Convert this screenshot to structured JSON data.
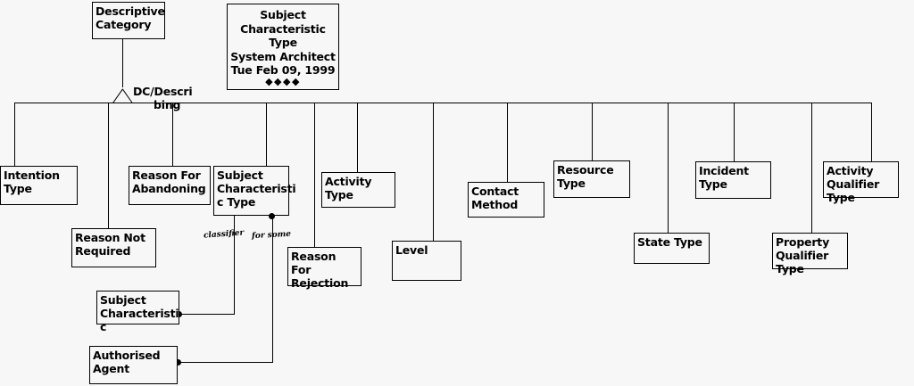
{
  "diagram": {
    "kind": "uml-class-hierarchy",
    "background_color": "#f7f7f7",
    "line_color": "#000000",
    "title_box": {
      "lines": [
        "Subject",
        "Characteristic",
        "Type",
        "System Architect",
        "Tue Feb 09, 1999"
      ],
      "line1": "Subject",
      "line2": "Characteristic",
      "line3": "Type",
      "tool": "System Architect",
      "date": "Tue Feb 09, 1999",
      "dots": "◆◆◆◆"
    },
    "root": {
      "label": "Descriptive\nCategory",
      "line1": "Descriptive",
      "line2": "Category"
    },
    "generalization_label": {
      "line1": "DC/Descri",
      "line2": "bing"
    },
    "subtypes": [
      {
        "name": "intention-type",
        "line1": "Intention",
        "line2": "Type"
      },
      {
        "name": "reason-not-required",
        "line1": "Reason Not",
        "line2": "Required"
      },
      {
        "name": "reason-for-abandoning",
        "line1": "Reason For",
        "line2": "Abandoning"
      },
      {
        "name": "subject-characteristic-type",
        "line1": "Subject",
        "line2": "Characteristi",
        "line3": "c Type"
      },
      {
        "name": "reason-for-rejection",
        "line1": "Reason For",
        "line2": "Rejection"
      },
      {
        "name": "activity-type",
        "line1": "Activity Type",
        "line2": ""
      },
      {
        "name": "level",
        "line1": "Level",
        "line2": ""
      },
      {
        "name": "contact-method",
        "line1": "Contact",
        "line2": "Method"
      },
      {
        "name": "resource-type",
        "line1": "Resource",
        "line2": "Type"
      },
      {
        "name": "state-type",
        "line1": "State Type",
        "line2": ""
      },
      {
        "name": "incident-type",
        "line1": "Incident",
        "line2": "Type"
      },
      {
        "name": "property-qualifier-type",
        "line1": "Property",
        "line2": "Qualifier",
        "line3": "Type"
      },
      {
        "name": "activity-qualifier-type",
        "line1": "Activity",
        "line2": "Qualifier",
        "line3": "Type"
      }
    ],
    "associated_entities": [
      {
        "name": "subject-characteristic",
        "line1": "Subject",
        "line2": "Characteristi",
        "line3": "c"
      },
      {
        "name": "authorised-agent",
        "line1": "Authorised",
        "line2": "Agent"
      }
    ],
    "association_labels": {
      "classifier": "classifier",
      "for_some": "for some"
    }
  }
}
